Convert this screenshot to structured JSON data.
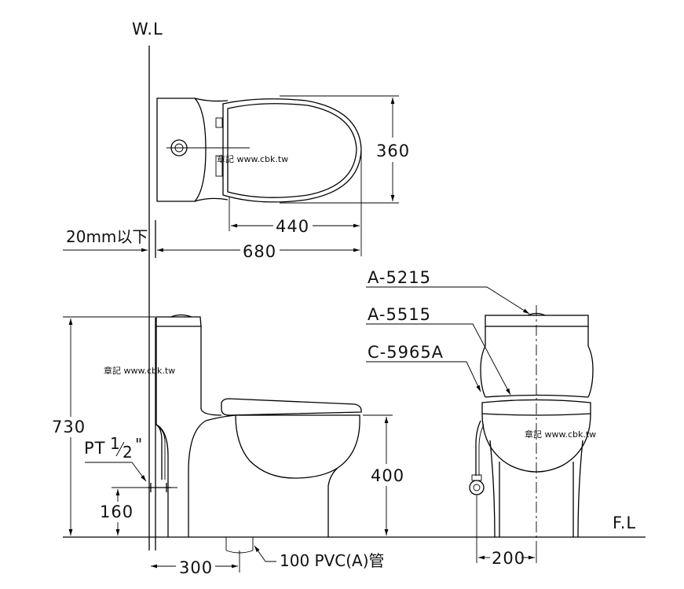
{
  "labels": {
    "wall_line": "W.L",
    "floor_line": "F.L",
    "wall_gap": "20mm以下",
    "pt_prefix": "PT",
    "pt_num": "1",
    "pt_den": "2",
    "pt_suffix": "\"",
    "drain_pipe": "100 PVC(A)管"
  },
  "dimensions": {
    "top_width": "360",
    "seat_length": "440",
    "total_length": "680",
    "height": "730",
    "seat_height": "400",
    "supply_height": "160",
    "rough_in": "300",
    "side_offset": "200"
  },
  "part_numbers": {
    "tank_lid": "A-5215",
    "seat": "A-5515",
    "body": "C-5965A"
  },
  "watermark": "章記 www.cbk.tw"
}
